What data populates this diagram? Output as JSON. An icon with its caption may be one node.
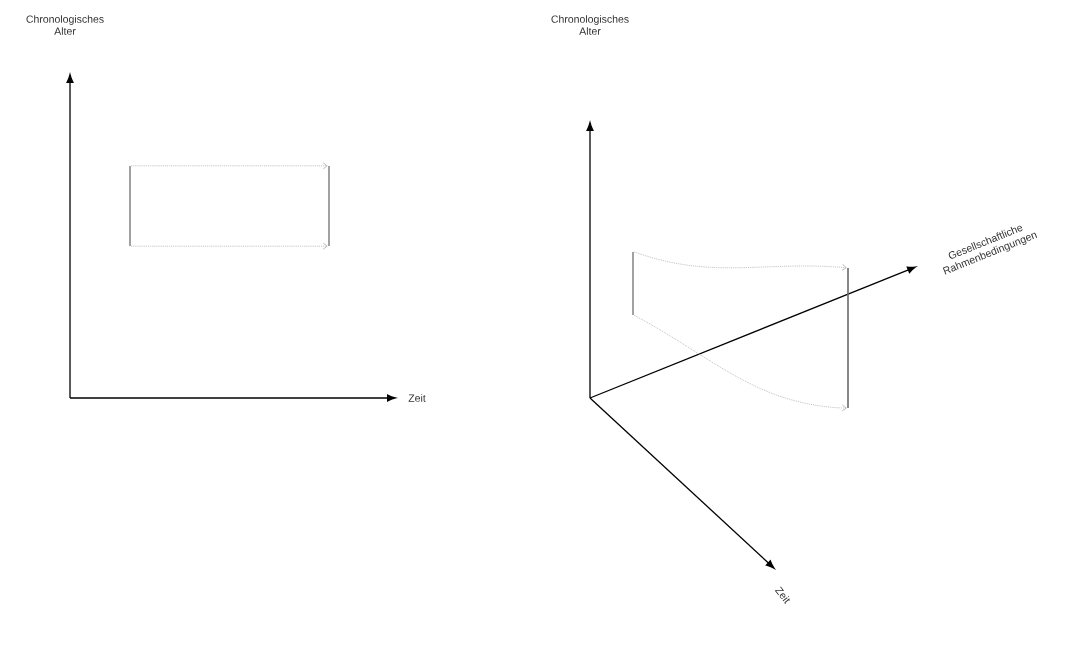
{
  "diagram": {
    "nodes": [
      {
        "text": [],
        "shape": "bar"
      },
      {
        "text": [],
        "shape": "bar"
      },
      {
        "text": [],
        "shape": "bar"
      },
      {
        "text": [],
        "shape": "bar"
      }
    ],
    "edges": [
      {
        "from": 0,
        "to": 1,
        "arrow": "to",
        "style": "dashed",
        "color": "#b4b4b4"
      },
      {
        "from": 0,
        "to": 1,
        "arrow": "to",
        "style": "dashed",
        "color": "#b4b4b4"
      },
      {
        "from": 2,
        "to": 3,
        "arrow": "to",
        "style": "dashed",
        "color": "#b4b4b4"
      },
      {
        "from": 2,
        "to": 3,
        "arrow": "to",
        "style": "dashed",
        "color": "#b4b4b4"
      }
    ],
    "labels": [
      "Chronologisches Alter",
      "Zeit",
      "Chronologisches Alter",
      "Gesellschaftliche Rahmenbedingungen",
      "Zeit"
    ]
  }
}
